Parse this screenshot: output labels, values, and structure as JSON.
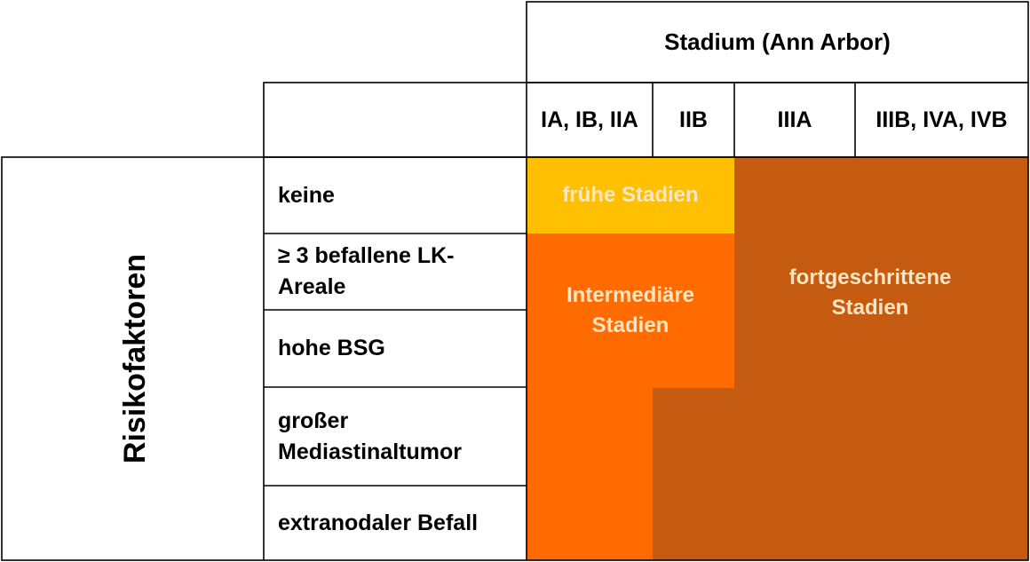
{
  "header": {
    "title": "Stadium (Ann Arbor)",
    "columns": [
      "IA, IB, IIA",
      "IIB",
      "IIIA",
      "IIIB, IVA, IVB"
    ]
  },
  "side_label": "Risikofaktoren",
  "risk_factors": [
    "keine",
    "≥ 3 befallene LK-Areale",
    "hohe BSG",
    "großer Mediastinaltumor",
    "extranodaler Befall"
  ],
  "zones": {
    "early": {
      "label": "frühe Stadien",
      "color": "#fec000"
    },
    "intermediate": {
      "label": "Intermediäre Stadien",
      "color": "#ff6b00"
    },
    "advanced": {
      "label": "fortgeschrittene Stadien",
      "color": "#c55a11"
    }
  }
}
